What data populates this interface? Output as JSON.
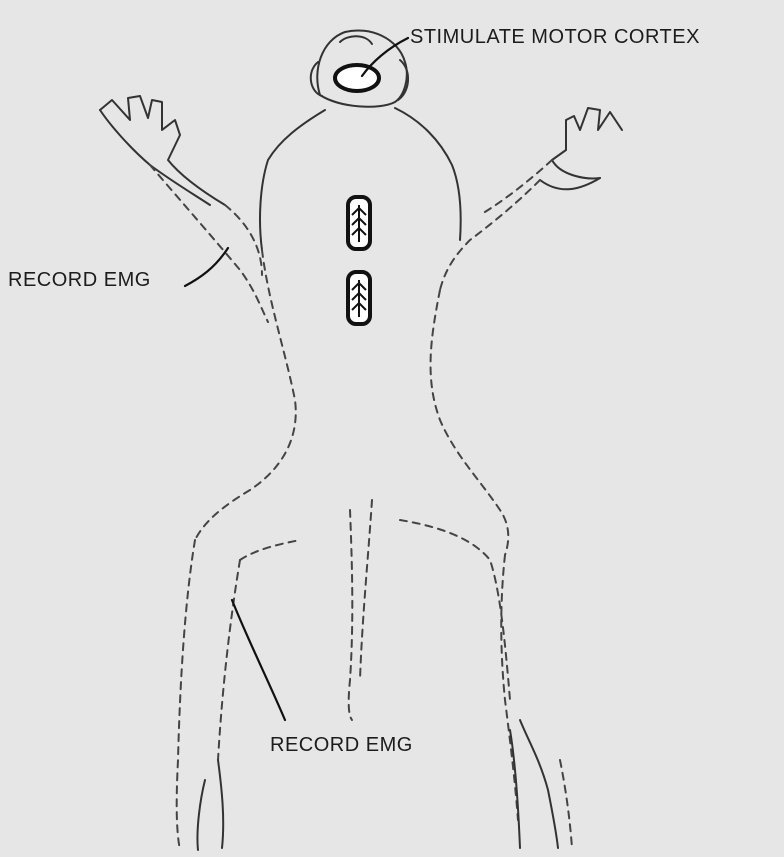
{
  "labels": {
    "stimulate": "STIMULATE MOTOR CORTEX",
    "record_arm": "RECORD EMG",
    "record_leg": "RECORD EMG"
  }
}
